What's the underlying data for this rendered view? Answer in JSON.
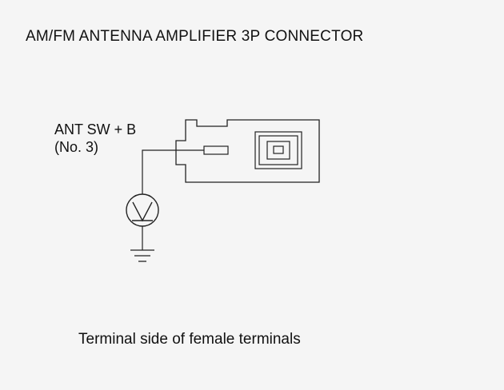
{
  "title": "AM/FM ANTENNA AMPLIFIER 3P CONNECTOR",
  "pin": {
    "signal": "ANT SW + B",
    "number": "(No. 3)"
  },
  "footer": "Terminal side of female terminals",
  "meter_icon": "voltmeter-icon",
  "ground_icon": "ground-icon"
}
